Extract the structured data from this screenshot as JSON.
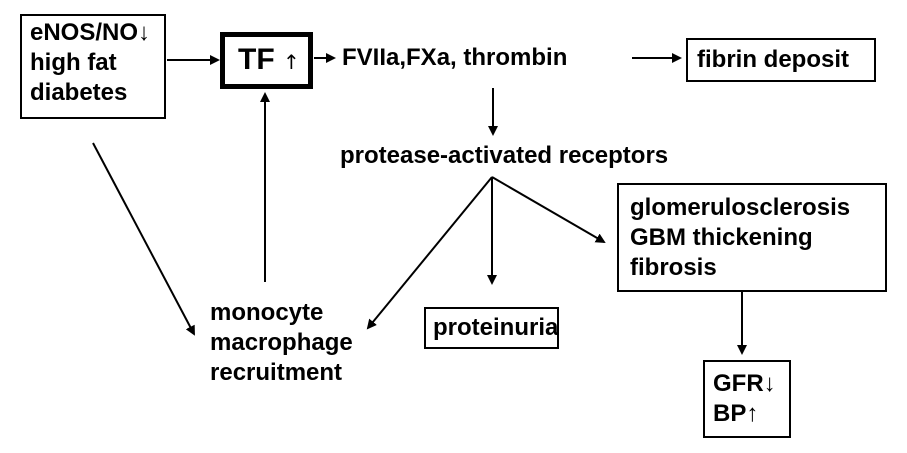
{
  "nodes": {
    "risk_factors": {
      "lines": [
        "eNOS/NO↓",
        "high fat",
        "diabetes"
      ]
    },
    "tissue_factor": {
      "text": "TF",
      "arrow": "↑"
    },
    "coagulation": {
      "text": "FVIIa,FXa, thrombin"
    },
    "fibrin": {
      "text": "fibrin deposit"
    },
    "par": {
      "text": "protease-activated receptors"
    },
    "damage": {
      "lines": [
        "glomerulosclerosis",
        "GBM thickening",
        "fibrosis"
      ]
    },
    "monocyte": {
      "lines": [
        "monocyte",
        "macrophage",
        "recruitment"
      ]
    },
    "proteinuria": {
      "text": "proteinuria"
    },
    "outcome": {
      "lines": [
        "GFR↓",
        "BP↑"
      ]
    }
  }
}
